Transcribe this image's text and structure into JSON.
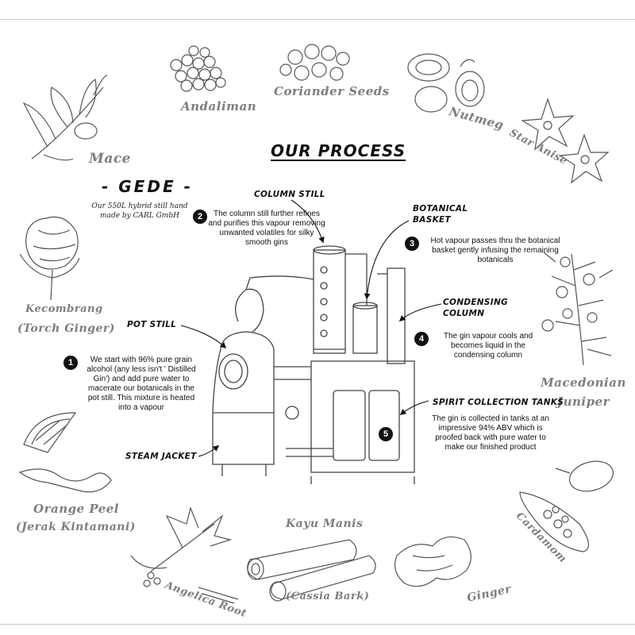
{
  "title": "OUR PROCESS",
  "still": {
    "name": "- GEDE -",
    "description": "Our 550L hybrid still hand made by CARL GmbH"
  },
  "components": {
    "column_still": "COLUMN STILL",
    "botanical_basket": "BOTANICAL BASKET",
    "pot_still": "POT STILL",
    "condensing_column": "CONDENSING COLUMN",
    "steam_jacket": "STEAM JACKET",
    "spirit_collection_tanks": "SPIRIT COLLECTION TANKS"
  },
  "steps": [
    {
      "number": "1",
      "text": "We start with 96% pure grain alcohol (any less isn't ' Distilled Gin') and add pure water to macerate our botanicals in the pot still. This mixture is heated into a vapour"
    },
    {
      "number": "2",
      "text": "The column still further refines and purifies this vapour removing unwanted volatiles for silky smooth gins"
    },
    {
      "number": "3",
      "text": "Hot vapour passes thru the botanical basket gently infusing the remaining botanicals"
    },
    {
      "number": "4",
      "text": "The gin vapour cools and becomes liquid in the condensing column"
    },
    {
      "number": "5",
      "text": "The gin is collected in tanks at an impressive 94% ABV which is proofed back with pure water to make our finished product"
    }
  ],
  "botanicals": {
    "andaliman": "Andaliman",
    "coriander": "Coriander Seeds",
    "nutmeg": "Nutmeg",
    "mace": "Mace",
    "star_anise": "Star Anise",
    "kecombrang": "Kecombrang",
    "kecombrang_sub": "(Torch Ginger)",
    "juniper": "Macedonian Juniper",
    "orange_peel": "Orange Peel",
    "orange_peel_sub": "(Jerak Kintamani)",
    "cardamom": "Cardamom",
    "angelica": "Angelica Root",
    "kayu_manis": "Kayu Manis",
    "kayu_manis_sub": "(Cassia Bark)",
    "ginger": "Ginger"
  },
  "colors": {
    "ink": "#111111",
    "botanical_label": "#7d7d7d",
    "sketch": "#555555"
  }
}
